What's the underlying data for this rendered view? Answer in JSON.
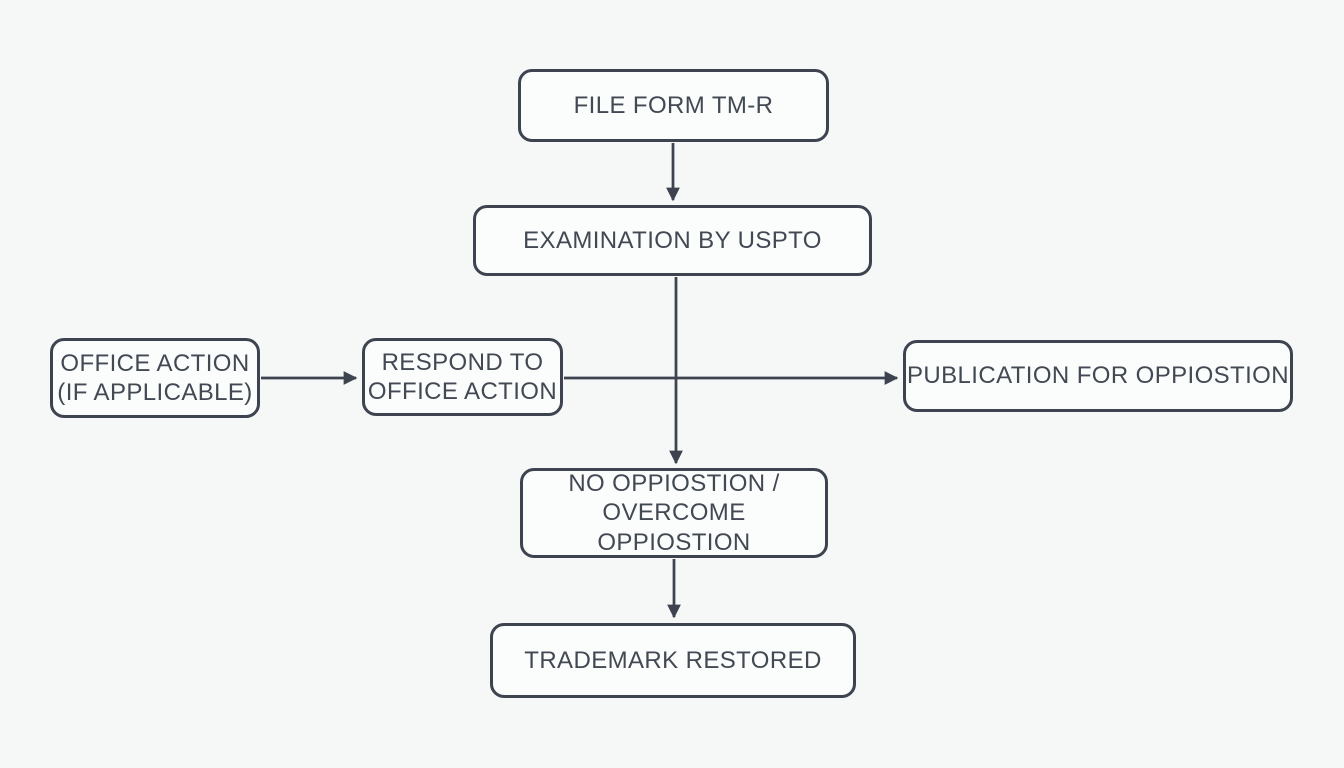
{
  "diagram": {
    "type": "flowchart",
    "colors": {
      "background": "#f6f7f7",
      "box_fill": "#fbfcfc",
      "box_border": "#3d4450",
      "text": "#424953",
      "line": "#3d4450"
    },
    "nodes": {
      "file_form": {
        "label": "FILE FORM TM-R"
      },
      "examination": {
        "label": "EXAMINATION BY USPTO"
      },
      "office_action": {
        "label": "OFFICE ACTION\n(IF APPLICABLE)"
      },
      "respond": {
        "label": "RESPOND TO\nOFFICE ACTION"
      },
      "publication": {
        "label": "PUBLICATION FOR OPPIOSTION"
      },
      "no_opposition": {
        "label": "NO OPPIOSTION /\nOVERCOME OPPIOSTION"
      },
      "trademark": {
        "label": "TRADEMARK RESTORED"
      }
    },
    "edges": [
      {
        "from": "file_form",
        "to": "examination",
        "arrow": "down"
      },
      {
        "from": "examination",
        "to": "no_opposition",
        "arrow": "down"
      },
      {
        "from": "office_action",
        "to": "respond",
        "arrow": "right"
      },
      {
        "from": "respond",
        "to": "publication",
        "arrow": "right"
      },
      {
        "from": "no_opposition",
        "to": "trademark",
        "arrow": "down"
      }
    ]
  }
}
